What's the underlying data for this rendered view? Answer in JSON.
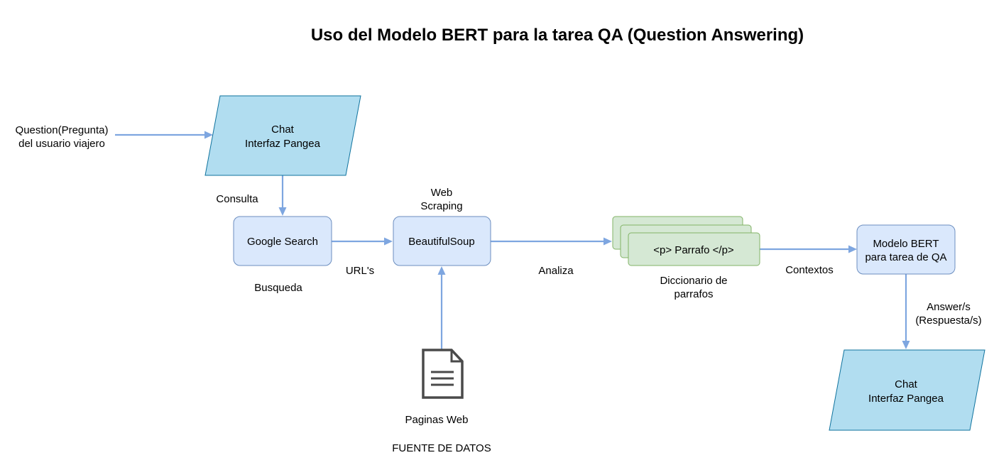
{
  "title": "Uso del Modelo BERT para la tarea QA (Question Answering)",
  "colors": {
    "edge": "#7ea6e0",
    "io_fill": "#b1ddf0",
    "io_stroke": "#10739e",
    "process_fill": "#dae8fc",
    "process_stroke": "#6c8ebf",
    "paragraph_fill": "#d5e8d4",
    "paragraph_stroke": "#82b366",
    "document_icon": "#4a4a4a"
  },
  "nodes": {
    "chat_input": {
      "line1": "Chat",
      "line2": "Interfaz Pangea"
    },
    "google_search": {
      "label": "Google Search"
    },
    "beautifulsoup": {
      "label": "BeautifulSoup"
    },
    "paragraphs": {
      "label": "<p> Parrafo </p>"
    },
    "bert_model": {
      "line1": "Modelo BERT",
      "line2": "para tarea de QA"
    },
    "chat_output": {
      "line1": "Chat",
      "line2": "Interfaz Pangea"
    },
    "web_pages": {
      "icon": "document-icon"
    }
  },
  "labels": {
    "question_line1": "Question(Pregunta)",
    "question_line2": "del usuario viajero",
    "consulta": "Consulta",
    "busqueda": "Busqueda",
    "urls": "URL's",
    "web_scraping_line1": "Web",
    "web_scraping_line2": "Scraping",
    "analiza": "Analiza",
    "diccionario_line1": "Diccionario de",
    "diccionario_line2": "parrafos",
    "contextos": "Contextos",
    "answer_line1": "Answer/s",
    "answer_line2": "(Respuesta/s)",
    "paginas_web": "Paginas Web",
    "fuente_datos": "FUENTE DE DATOS"
  }
}
